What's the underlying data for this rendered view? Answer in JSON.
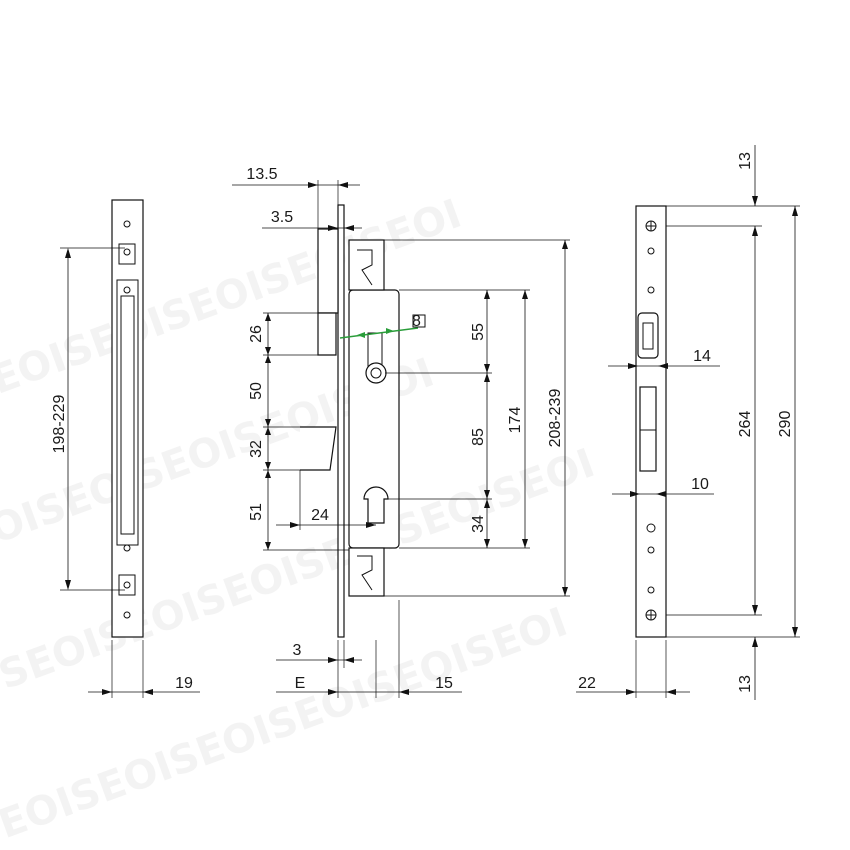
{
  "watermark": {
    "text": "SEOISEOISEOISEOISEOISEOI",
    "color": "#000000"
  },
  "colors": {
    "line": "#111111",
    "background": "#ffffff",
    "accent": "#2a9d3a"
  },
  "dimensions": {
    "strike_width": "19",
    "strike_span": "198-229",
    "top_offset": "13.5",
    "faceplate_thickness": "3.5",
    "latch_height": "26",
    "spacing_upper": "50",
    "bolt_height": "32",
    "bolt_to_bottom": "51",
    "bolt_throw": "24",
    "plate_gap": "3",
    "backset_label": "E",
    "case_offset": "15",
    "handle_to_top": "55",
    "handle_to_cyl": "85",
    "cyl_to_bottom": "34",
    "case_height": "174",
    "rod_span": "208-239",
    "spindle": "8",
    "front_width": "22",
    "cutout_upper_width": "14",
    "cutout_lower_width": "10",
    "screw_span": "264",
    "faceplate_length": "290",
    "top_margin": "13",
    "bottom_margin": "13"
  }
}
